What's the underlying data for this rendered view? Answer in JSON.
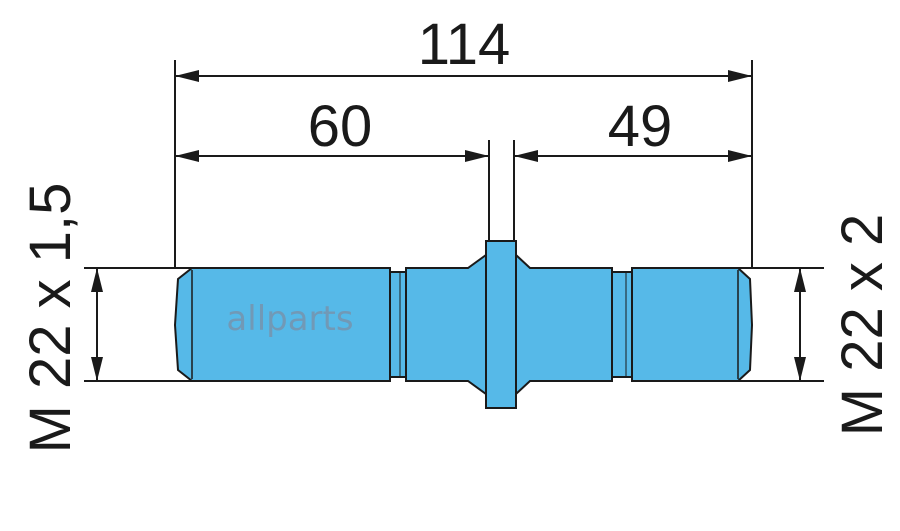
{
  "dimensions": {
    "overall_length": "114",
    "left_length": "60",
    "right_length": "49"
  },
  "thread_labels": {
    "left": "M 22 x 1,5",
    "right": "M 22 x 2"
  },
  "watermark": "allparts",
  "colors": {
    "part_fill": "#56b9e8",
    "outline": "#1a1a1a",
    "background": "#ffffff"
  }
}
